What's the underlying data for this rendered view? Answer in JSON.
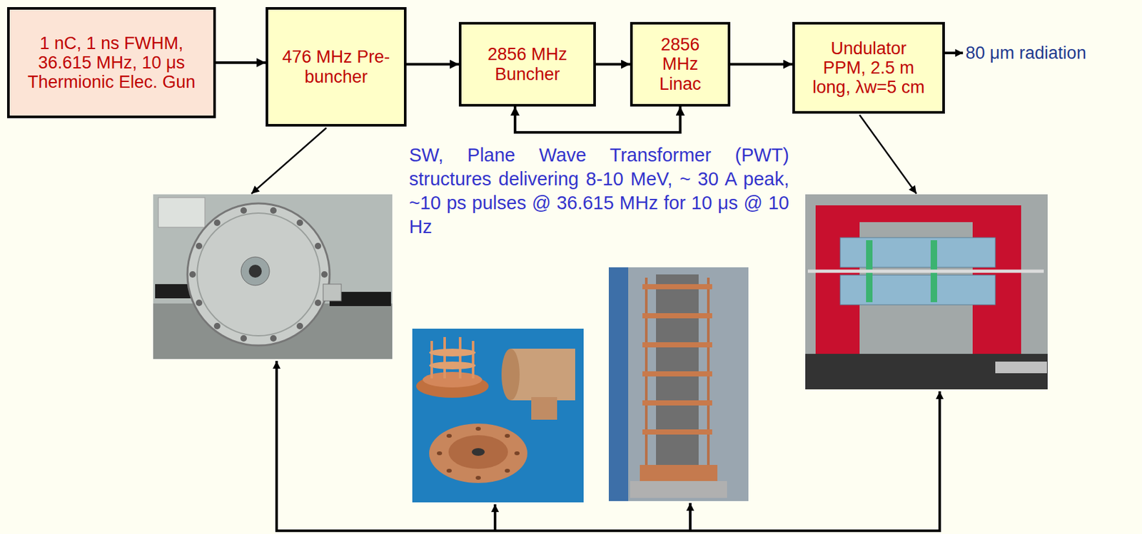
{
  "diagram": {
    "nodes": [
      {
        "text": [
          "1 nC, 1 ns FWHM, 36.615 MHz, 10 μs Thermionic Elec. Gun"
        ]
      },
      {
        "text": [
          "476 MHz Pre-buncher"
        ]
      },
      {
        "text": [
          "2856 MHz Buncher"
        ]
      },
      {
        "text": [
          "2856 MHz Linac"
        ]
      },
      {
        "text": [
          "Undulator PPM, 2.5 m long, λw=5 cm"
        ]
      }
    ],
    "edges": [
      {
        "from": 0,
        "to": 1,
        "arrow": "to"
      },
      {
        "from": 1,
        "to": 2,
        "arrow": "to"
      },
      {
        "from": 2,
        "to": 3,
        "arrow": "to"
      },
      {
        "from": 3,
        "to": 4,
        "arrow": "to"
      },
      {
        "from": 2,
        "to": 3,
        "arrow": "both"
      }
    ],
    "labels": [
      "80 μm radiation",
      "SW, Plane Wave Transformer (PWT) structures delivering 8-10 MeV, ~ 30 A peak, ~10 ps pulses @ 36.615 MHz for 10 μs @ 10 Hz"
    ]
  }
}
